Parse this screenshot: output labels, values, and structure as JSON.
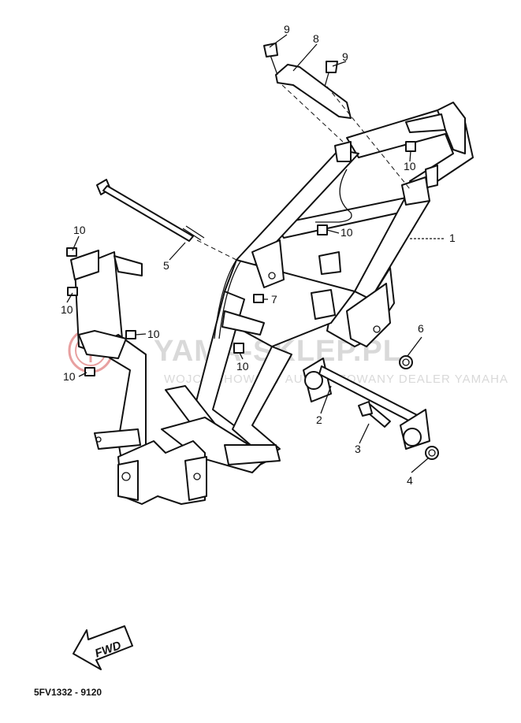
{
  "diagram": {
    "part_numbers": {
      "frame": "1",
      "engine_bracket": "2",
      "bolt_3": "3",
      "nut_4": "4",
      "shaft_bolt": "5",
      "nut_6": "6",
      "nut_7": "7",
      "stay": "8",
      "screw_9": "9",
      "nut_10": "10"
    },
    "fwd_label": "FWD",
    "drawing_code": "5FV1332 - 9120"
  },
  "watermark": {
    "brand": "YAMA-SKLEP.PL",
    "tagline": "WOJCIECHOWSCY AUTORYZOWANY DEALER YAMAHA"
  },
  "colors": {
    "line": "#111111",
    "watermark": "#d9d9d9",
    "watermark_logo": "#e8a0a0"
  }
}
